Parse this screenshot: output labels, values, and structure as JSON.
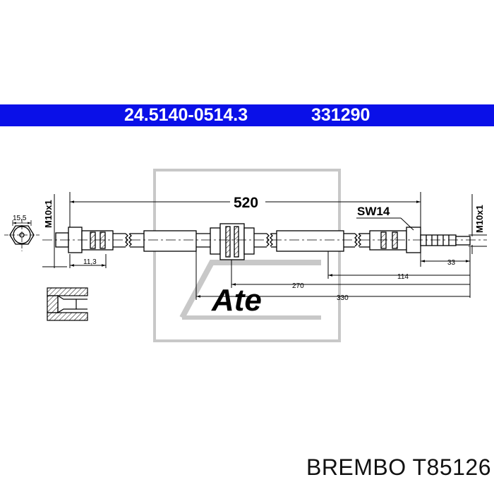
{
  "header": {
    "part_number": "24.5140-0514.3",
    "ref_number": "331290"
  },
  "dimensions": {
    "overall_length": "520",
    "wrench_size": "SW14",
    "thread_left": "M10x1",
    "thread_right": "M10x1",
    "fitting_width": "15,5",
    "fitting_length": "11,3",
    "dim_33": "33",
    "dim_114": "114",
    "dim_270": "270",
    "dim_330": "330"
  },
  "footer": {
    "brand_part": "BREMBO T85126"
  },
  "colors": {
    "band": "#0a10e8",
    "line": "#000000",
    "watermark": "#c8c8c8"
  }
}
